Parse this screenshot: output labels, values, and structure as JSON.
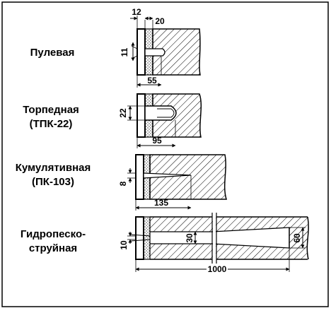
{
  "panels": [
    {
      "id": "bullet",
      "label_lines": [
        "Пулевая"
      ],
      "dims": {
        "top_a": "12",
        "top_b": "20",
        "side": "11",
        "bottom": "55"
      }
    },
    {
      "id": "torpedo",
      "label_lines": [
        "Торпедная",
        "(ТПК-22)"
      ],
      "dims": {
        "side": "22",
        "bottom": "95"
      }
    },
    {
      "id": "cumulative",
      "label_lines": [
        "Кумулятивная",
        "(ПК-103)"
      ],
      "dims": {
        "side": "8",
        "bottom": "135"
      }
    },
    {
      "id": "hydrosand",
      "label_lines": [
        "Гидропеско-",
        "струйная"
      ],
      "dims": {
        "side": "10",
        "inner": "30",
        "right": "60",
        "bottom": "1000"
      }
    }
  ],
  "colors": {
    "line": "#000000",
    "background": "#ffffff"
  }
}
